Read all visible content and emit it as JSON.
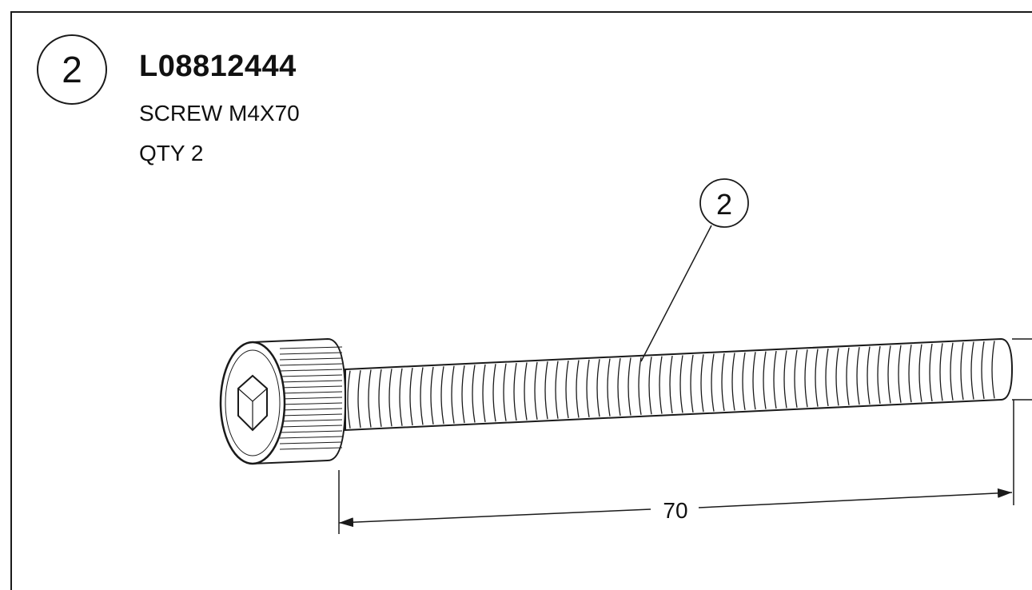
{
  "header": {
    "step_number": "2",
    "part_number": "L08812444",
    "description": "SCREW M4X70",
    "quantity": "QTY 2"
  },
  "callout": {
    "label": "2"
  },
  "dimension": {
    "length_label": "70"
  },
  "icons": {
    "screw": "socket-head-cap-screw-icon"
  },
  "colors": {
    "line": "#1a1a1a",
    "background": "#ffffff"
  }
}
